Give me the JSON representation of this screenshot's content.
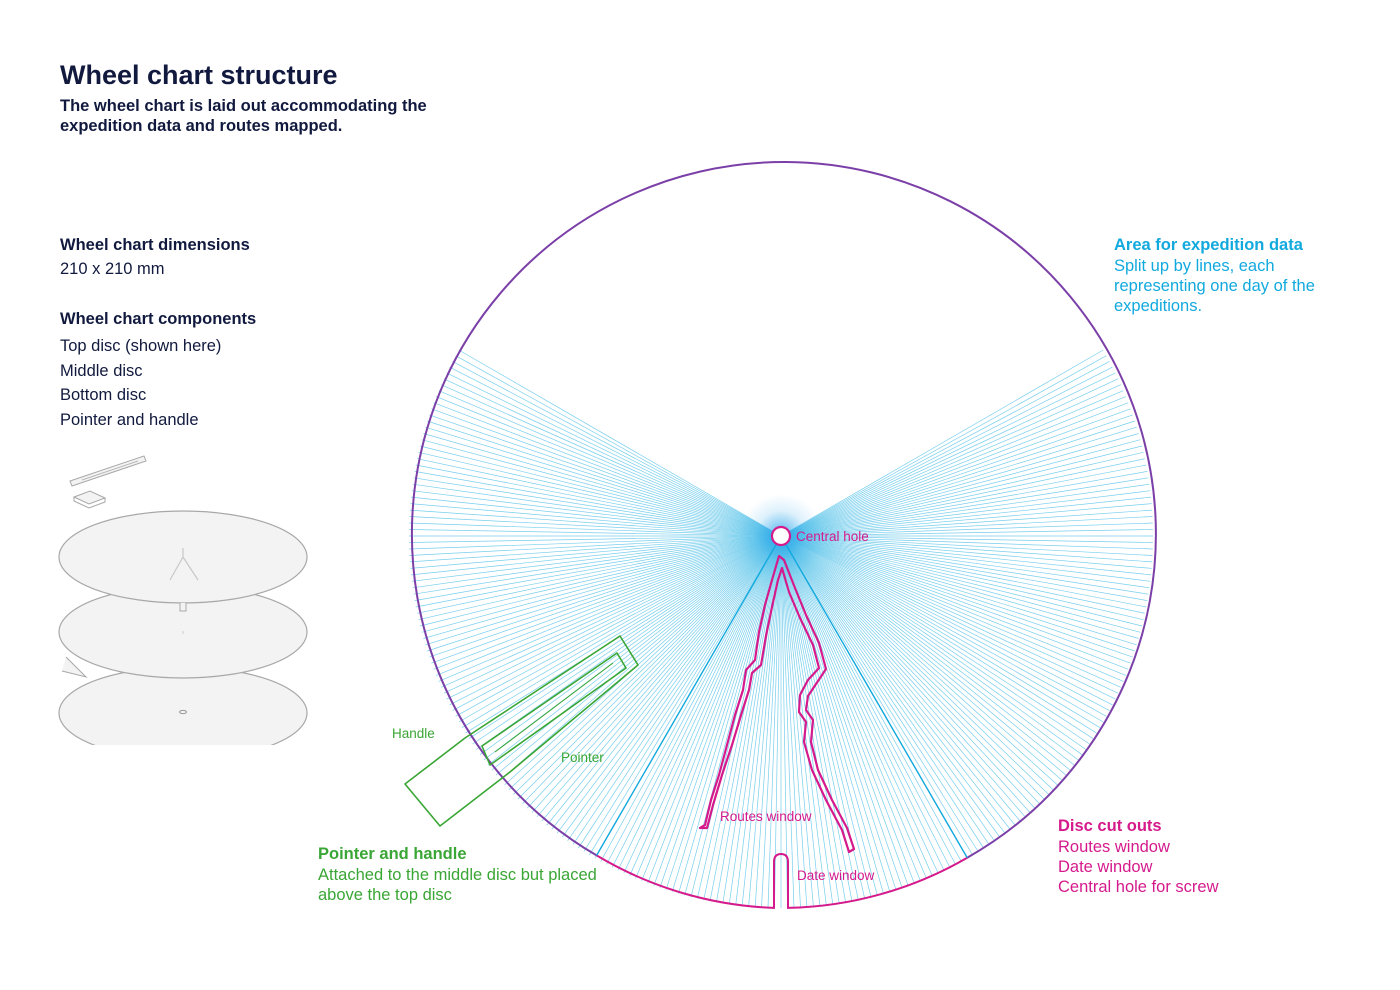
{
  "header": {
    "title": "Wheel chart structure",
    "subtitle": "The wheel chart is laid out accommodating the expedition data and routes mapped."
  },
  "dimensions": {
    "heading": "Wheel chart dimensions",
    "value": "210 x 210 mm"
  },
  "components": {
    "heading": "Wheel chart components",
    "items": [
      "Top disc (shown here)",
      "Middle disc",
      "Bottom disc",
      "Pointer and handle"
    ]
  },
  "expedition_area": {
    "heading": "Area for expedition data",
    "text": "Split up by lines, each representing one day of the expeditions."
  },
  "cut_outs": {
    "heading": "Disc cut outs",
    "items": [
      "Routes window",
      "Date window",
      "Central hole for screw"
    ]
  },
  "pointer_handle": {
    "heading": "Pointer and handle",
    "text": "Attached to the middle disc but placed above the top disc"
  },
  "diagram_labels": {
    "central_hole": "Central hole",
    "handle": "Handle",
    "pointer": "Pointer",
    "routes_window": "Routes window",
    "date_window": "Date window"
  },
  "colors": {
    "navy": "#111a3e",
    "cyan": "#12a9de",
    "magenta": "#d51a8c",
    "green": "#3aa635",
    "wheel_outline": "#7b3fa8",
    "disc_fill": "#f3f3f3",
    "disc_stroke": "#a8a8a8"
  }
}
